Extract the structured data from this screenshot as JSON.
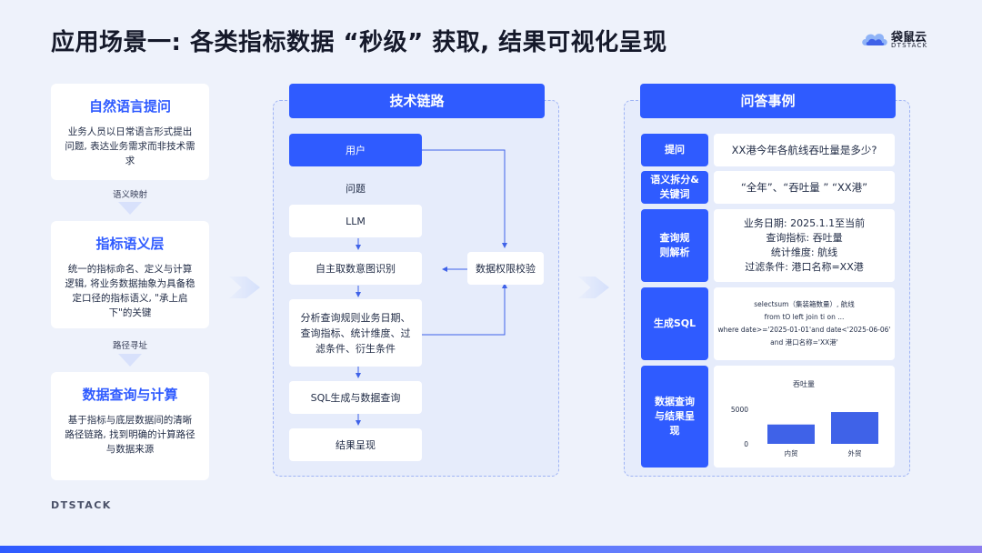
{
  "slide": {
    "title": "应用场景一: 各类指标数据 “秒级” 获取, 结果可视化呈现",
    "logo_cn": "袋鼠云",
    "logo_en": "DTSTACK",
    "footer_brand": "DTSTACK",
    "accent_color": "#2f5bff"
  },
  "left": {
    "cards": [
      {
        "title": "自然语言提问",
        "body": "业务人员以日常语言形式提出问题, 表达业务需求而非技术需求"
      },
      {
        "title": "指标语义层",
        "body": "统一的指标命名、定义与计算逻辑, 将业务数据抽象为具备稳定口径的指标语义, \"承上启下\"的关键"
      },
      {
        "title": "数据查询与计算",
        "body": "基于指标与底层数据间的清晰路径链路, 找到明确的计算路径与数据来源"
      }
    ],
    "connectors": [
      "语义映射",
      "路径寻址"
    ]
  },
  "chain": {
    "header": "技术链路",
    "user": "用户",
    "question": "问题",
    "llm": "LLM",
    "intent": "自主取数意图识别",
    "analyze": "分析查询规则业务日期、查询指标、统计维度、过滤条件、衍生条件",
    "sql": "SQL生成与数据查询",
    "result": "结果呈现",
    "permission": "数据权限校验"
  },
  "qa": {
    "header": "问答事例",
    "rows": [
      {
        "label": "提问",
        "value": "XX港今年各航线吞吐量是多少?"
      },
      {
        "label": "语义拆分&关键词",
        "value": "“全年”、“吞吐量 ” “XX港”"
      },
      {
        "label": "查询规则解析",
        "lines": [
          "业务日期: 2025.1.1至当前",
          "查询指标: 吞吐量",
          "统计维度: 航线",
          "过滤条件: 港口名称=XX港"
        ]
      },
      {
        "label": "生成SQL",
        "lines": [
          "selectsum（集装箱数量）, 航线",
          "from tO left join ti on ...",
          "where date>='2025-01-01'and date<'2025-06-06'",
          "and 港口名称='XX港'"
        ]
      },
      {
        "label": "数据查询与结果呈现"
      }
    ]
  },
  "chart_data": {
    "type": "bar",
    "title": "吞吐量",
    "categories": [
      "内贸",
      "外贸"
    ],
    "values": [
      2800,
      4600
    ],
    "yticks": [
      "5000",
      "0"
    ],
    "ylim": [
      0,
      5000
    ],
    "bar_color": "#3f62e8"
  }
}
